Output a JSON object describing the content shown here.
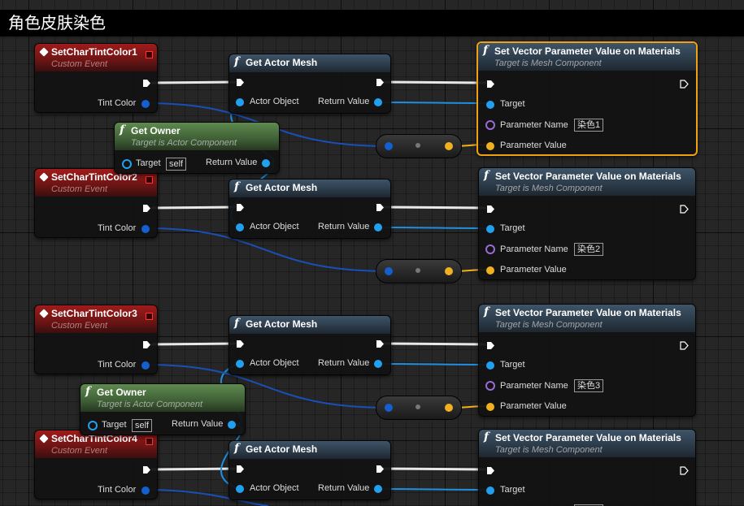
{
  "window_title": "角色皮肤染色",
  "colors": {
    "event_header": "#8b1a1a",
    "function_header": "#34495a",
    "owner_header": "#4e7341",
    "selection_outline": "#f0a010",
    "object_pin": "#22a0f0",
    "struct_pin": "#f0b020",
    "name_pin": "#9a6bd8"
  },
  "icons": [
    "event-icon",
    "delegate-pin-icon",
    "function-icon",
    "exec-pin-icon",
    "data-pin-icon"
  ],
  "events": [
    {
      "title": "SetCharTintColor1",
      "subtitle": "Custom Event",
      "pin": "Tint Color"
    },
    {
      "title": "SetCharTintColor2",
      "subtitle": "Custom Event",
      "pin": "Tint Color"
    },
    {
      "title": "SetCharTintColor3",
      "subtitle": "Custom Event",
      "pin": "Tint Color"
    },
    {
      "title": "SetCharTintColor4",
      "subtitle": "Custom Event",
      "pin": "Tint Color"
    }
  ],
  "get_actor_mesh": {
    "title": "Get Actor Mesh",
    "input": "Actor Object",
    "output": "Return Value"
  },
  "get_owner": {
    "title": "Get Owner",
    "subtitle": "Target is Actor Component",
    "input": "Target",
    "input_value": "self",
    "output": "Return Value"
  },
  "set_vector": {
    "title": "Set Vector Parameter Value on Materials",
    "subtitle": "Target is Mesh Component",
    "target": "Target",
    "param_name": "Parameter Name",
    "param_value": "Parameter Value",
    "names": [
      "染色1",
      "染色2",
      "染色3"
    ]
  }
}
